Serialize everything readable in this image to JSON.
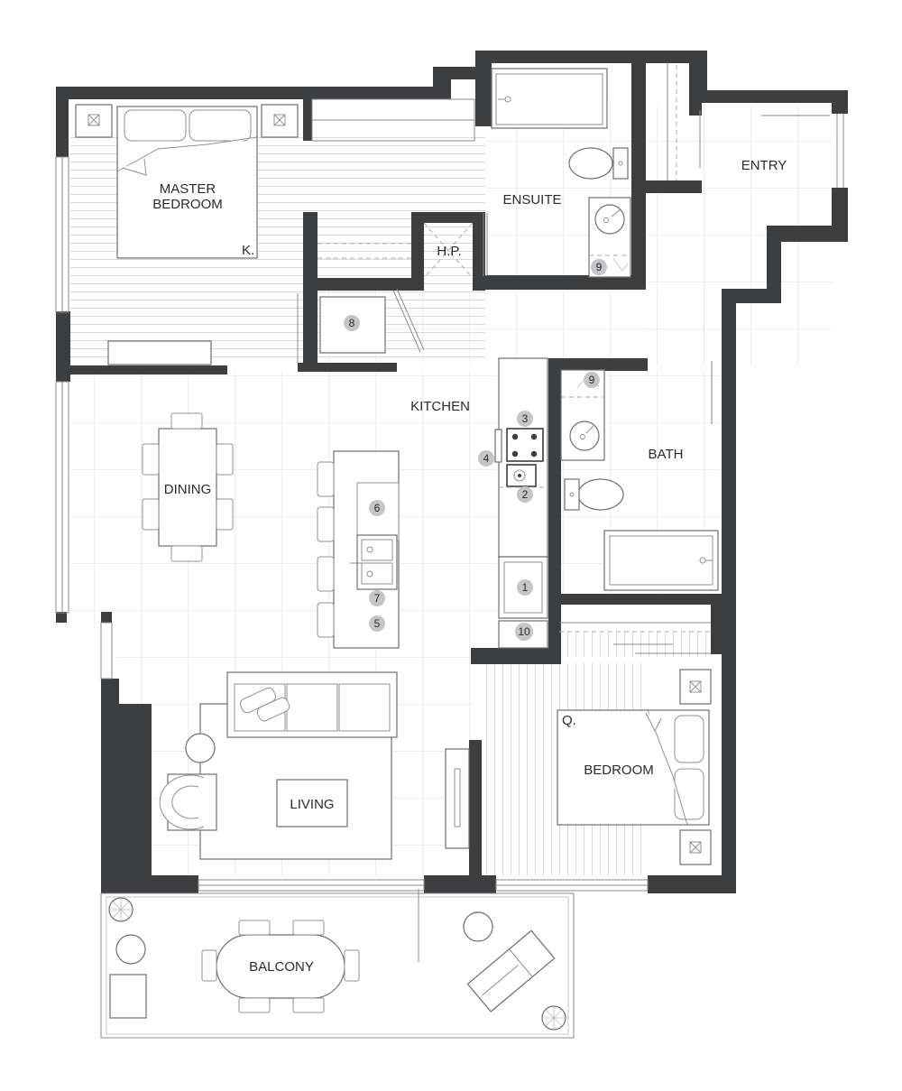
{
  "rooms": {
    "master_bedroom_line1": "MASTER",
    "master_bedroom_line2": "BEDROOM",
    "master_bed_size": "K.",
    "ensuite": "ENSUITE",
    "entry": "ENTRY",
    "hp": "H.P.",
    "kitchen": "KITCHEN",
    "dining": "DINING",
    "bath": "BATH",
    "living": "LIVING",
    "bedroom": "BEDROOM",
    "bedroom_bed_size": "Q.",
    "balcony": "BALCONY"
  },
  "markers": {
    "fridge": "1",
    "dishwasher": "2",
    "cooktop": "3",
    "oven": "4",
    "island_base": "5",
    "island_top": "6",
    "sink": "7",
    "washer_dryer": "8",
    "ensuite_shower": "9",
    "bath_shower": "9",
    "pantry": "10"
  },
  "colors": {
    "wall": "#3d3e40",
    "marker": "#c4c5c7",
    "text": "#2b2b2d"
  }
}
